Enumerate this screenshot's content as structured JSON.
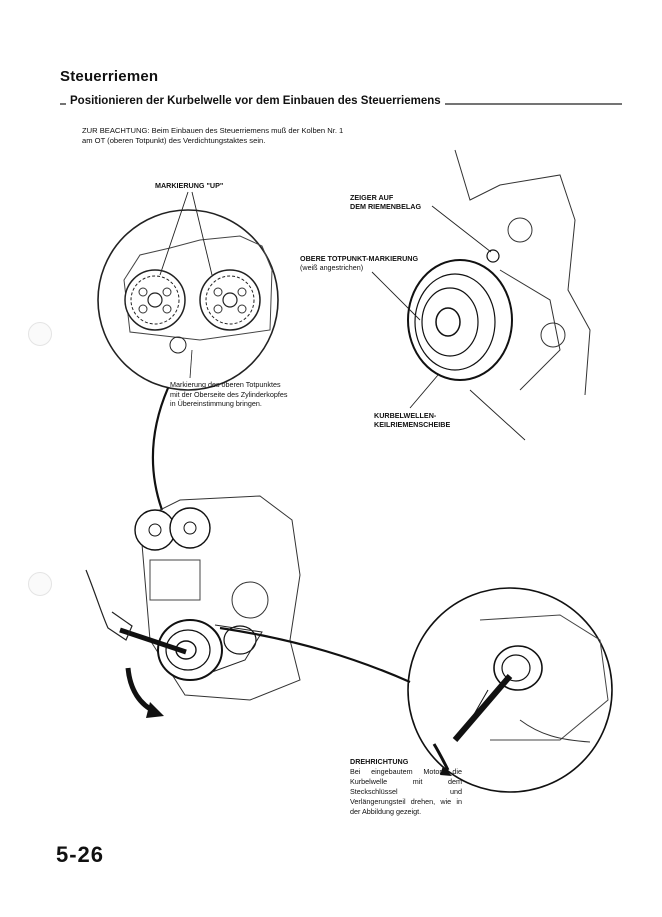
{
  "section_title": "Steuerriemen",
  "subsection_title": "Positionieren der Kurbelwelle vor dem Einbauen des Steuerriemens",
  "note": {
    "label": "ZUR BEACHTUNG:",
    "text": "Beim Einbauen des Steuerriemens muß der Kolben Nr. 1 am OT (oberen Totpunkt) des Verdichtungstaktes sein."
  },
  "labels": {
    "markierung_up": "MARKIERUNG \"UP\"",
    "markierung_caption": "Markierung des oberen Totpunktes mit der Oberseite des Zylinderkopfes in Übereinstimmung bringen.",
    "zeiger_line1": "ZEIGER AUF",
    "zeiger_line2": "DEM RIEMENBELAG",
    "obere_tot": "OBERE TOTPUNKT-MARKIERUNG",
    "obere_tot_sub": "(weiß angestrichen)",
    "kurbel_line1": "KURBELWELLEN-",
    "kurbel_line2": "KEILRIEMENSCHEIBE"
  },
  "drehrichtung": {
    "title": "DREHRICHTUNG",
    "text": "Bei eingebautem Motor die Kurbelwelle mit dem Steckschlüssel und Verlängerungsteil drehen, wie in der Abbildung gezeigt."
  },
  "page_number": "5-26"
}
